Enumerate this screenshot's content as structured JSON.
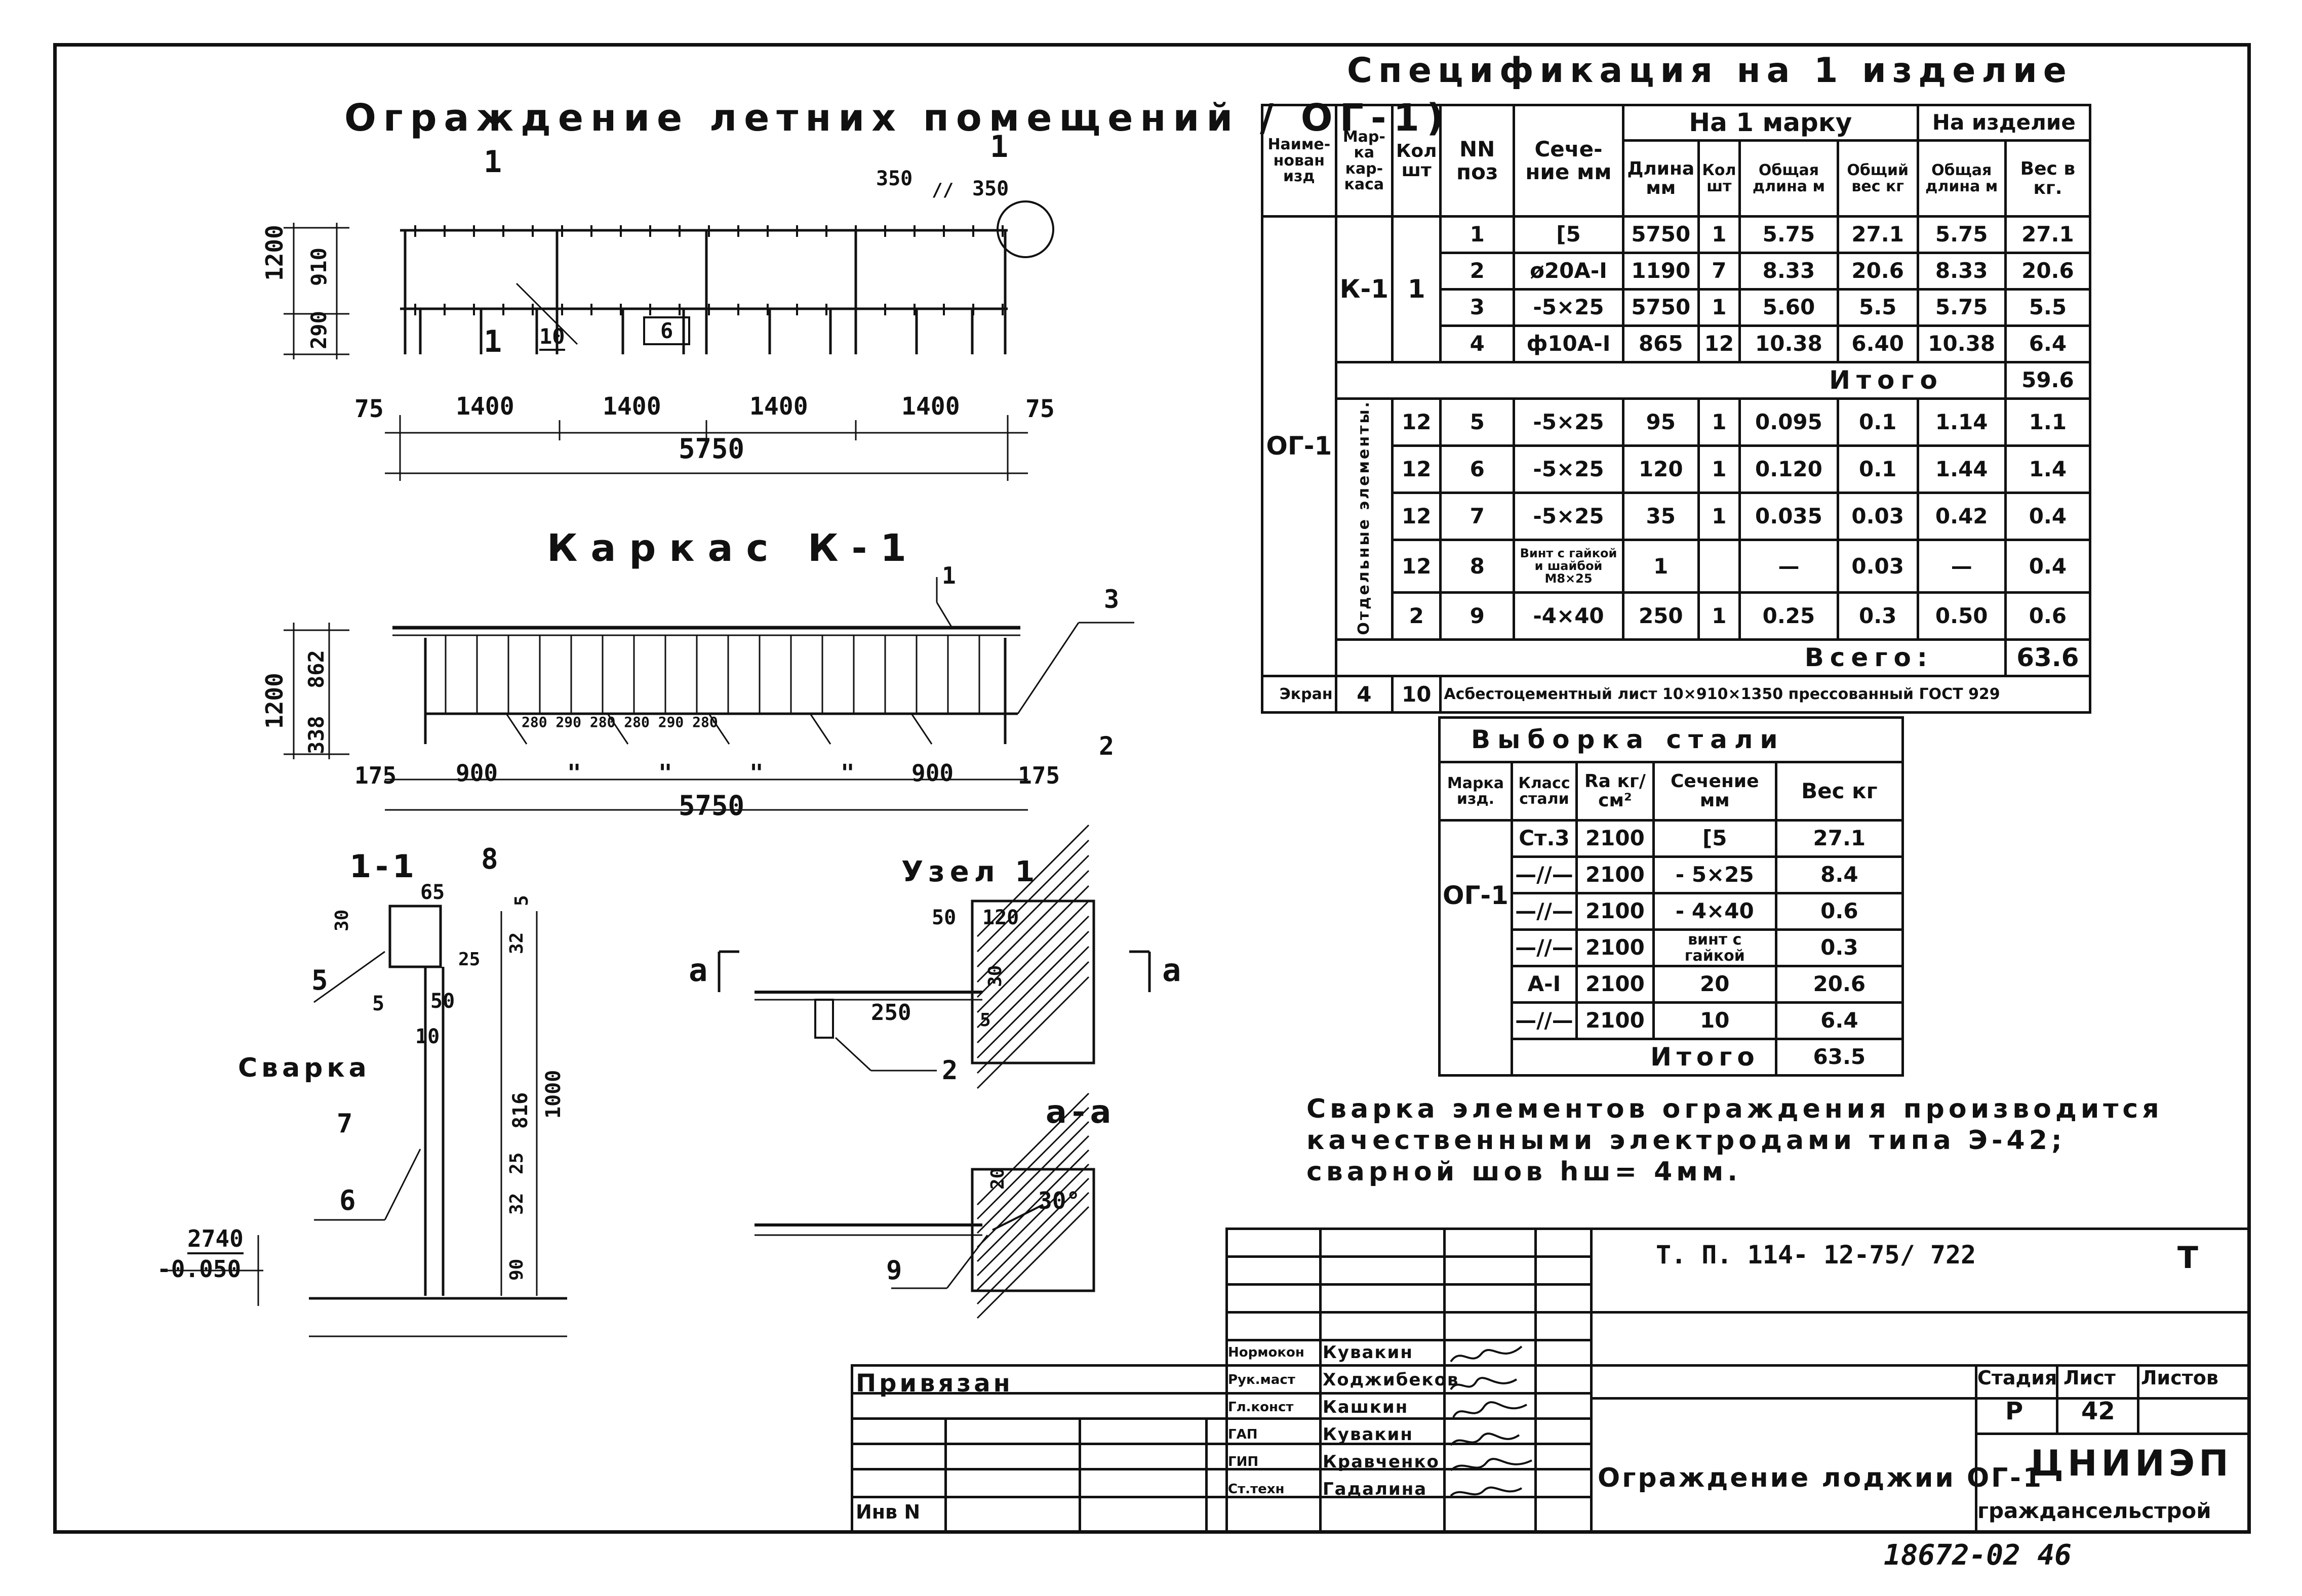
{
  "drawing": {
    "title_main": "Ограждение летних помещений / ОГ-1)",
    "title_frame": "Каркас  К-1",
    "title_section": "1-1",
    "title_node": "Узел 1",
    "title_aa": "а-а",
    "section_marks": {
      "mark1_top": "1",
      "mark1_bottom": "1",
      "node1": "1",
      "a_left": "а",
      "a_right": "а"
    },
    "plan_dims": {
      "d75l": "75",
      "d1400a": "1400",
      "d1400b": "1400",
      "d1400c": "1400",
      "d1400d": "1400",
      "d75r": "75",
      "total": "5750",
      "h1200": "1200",
      "h910": "910",
      "h290": "290",
      "d350a": "350",
      "d350b": "350",
      "dmark": "//",
      "lbl10": "10",
      "lbl6": "6"
    },
    "frame_dims": {
      "h1200": "1200",
      "h862": "862",
      "h338": "338",
      "d175l": "175",
      "d900l": "900",
      "q1": "\"",
      "q2": "\"",
      "q3": "\"",
      "q4": "\"",
      "d900r": "900",
      "d175r": "175",
      "total": "5750",
      "pitch": "280 290 280 280 290 280",
      "pos1": "1",
      "pos2": "2",
      "pos3": "3"
    },
    "section_dims": {
      "d65": "65",
      "d30": "30",
      "d5a": "5",
      "d32": "32",
      "d25a": "25",
      "d50": "50",
      "d5b": "5",
      "d10": "10",
      "d816": "816",
      "d1000": "1000",
      "d25b": "25",
      "d32b": "32",
      "d90": "90",
      "elev_top": "2740",
      "elev_bot": "-0.050",
      "pos5": "5",
      "pos6": "6",
      "pos7": "7",
      "pos8": "8",
      "weld": "Сварка"
    },
    "node_dims": {
      "d50": "50",
      "d120": "120",
      "d250": "250",
      "d5": "5",
      "d30": "30",
      "d20": "20",
      "angle": "30°",
      "pos2": "2",
      "pos9": "9"
    }
  },
  "spec": {
    "title": "Спецификация на 1 изделие",
    "headers": {
      "name": "Наиме-нован изд",
      "mark": "Мар-ка кар-каса",
      "qty": "Кол шт",
      "pos": "NN поз",
      "section": "Сече-ние мм",
      "per_mark": "На 1 марку",
      "per_item": "На изделие",
      "length": "Длина мм",
      "count": "Кол шт",
      "total_len": "Общая длина м",
      "total_w": "Общий вес кг",
      "item_len": "Общая длина м",
      "item_w": "Вес в кг."
    },
    "item_name": "ОГ-1",
    "frame_mark": "К-1",
    "frame_qty": "1",
    "rows_frame": [
      {
        "pos": "1",
        "sec": "[5",
        "len": "5750",
        "cnt": "1",
        "tlen": "5.75",
        "tw": "27.1",
        "ilen": "5.75",
        "iw": "27.1"
      },
      {
        "pos": "2",
        "sec": "ø20A-I",
        "len": "1190",
        "cnt": "7",
        "tlen": "8.33",
        "tw": "20.6",
        "ilen": "8.33",
        "iw": "20.6"
      },
      {
        "pos": "3",
        "sec": "-5×25",
        "len": "5750",
        "cnt": "1",
        "tlen": "5.60",
        "tw": "5.5",
        "ilen": "5.75",
        "iw": "5.5"
      },
      {
        "pos": "4",
        "sec": "ф10A-I",
        "len": "865",
        "cnt": "12",
        "tlen": "10.38",
        "tw": "6.40",
        "ilen": "10.38",
        "iw": "6.4"
      }
    ],
    "itogo_label": "Итого",
    "itogo_value": "59.6",
    "separate_label": "Отдельные элементы.",
    "rows_sep": [
      {
        "qty": "12",
        "pos": "5",
        "sec": "-5×25",
        "len": "95",
        "cnt": "1",
        "tlen": "0.095",
        "tw": "0.1",
        "ilen": "1.14",
        "iw": "1.1"
      },
      {
        "qty": "12",
        "pos": "6",
        "sec": "-5×25",
        "len": "120",
        "cnt": "1",
        "tlen": "0.120",
        "tw": "0.1",
        "ilen": "1.44",
        "iw": "1.4"
      },
      {
        "qty": "12",
        "pos": "7",
        "sec": "-5×25",
        "len": "35",
        "cnt": "1",
        "tlen": "0.035",
        "tw": "0.03",
        "ilen": "0.42",
        "iw": "0.4"
      },
      {
        "qty": "12",
        "pos": "8",
        "sec": "Винт с гайкой и шайбой M8×25",
        "len": "1",
        "cnt": "",
        "tlen": "—",
        "tw": "0.03",
        "ilen": "—",
        "iw": "0.4"
      },
      {
        "qty": "2",
        "pos": "9",
        "sec": "-4×40",
        "len": "250",
        "cnt": "1",
        "tlen": "0.25",
        "tw": "0.3",
        "ilen": "0.50",
        "iw": "0.6"
      }
    ],
    "vsego_label": "Всего:",
    "vsego_value": "63.6",
    "screen": {
      "name": "Экран",
      "qty": "4",
      "pos": "10",
      "desc": "Асбестоцементный лист 10×910×1350 прессованный ГОСТ 929"
    }
  },
  "steel": {
    "title": "Выборка стали",
    "headers": {
      "mark": "Марка изд.",
      "class": "Класс стали",
      "ra": "Ra кг/см²",
      "section": "Сечение мм",
      "weight": "Вес кг"
    },
    "item": "ОГ-1",
    "rows": [
      {
        "cls": "Ст.3",
        "ra": "2100",
        "sec": "[5",
        "w": "27.1"
      },
      {
        "cls": "—//—",
        "ra": "2100",
        "sec": "- 5×25",
        "w": "8.4"
      },
      {
        "cls": "—//—",
        "ra": "2100",
        "sec": "- 4×40",
        "w": "0.6"
      },
      {
        "cls": "—//—",
        "ra": "2100",
        "sec": "винт с гайкой",
        "w": "0.3"
      },
      {
        "cls": "A-I",
        "ra": "2100",
        "sec": "20",
        "w": "20.6"
      },
      {
        "cls": "—//—",
        "ra": "2100",
        "sec": "10",
        "w": "6.4"
      }
    ],
    "total_label": "Итого",
    "total_value": "63.5"
  },
  "note": {
    "line1": "Сварка элементов ограждения производится",
    "line2": "качественными электродами типа Э-42;",
    "line3": "сварной шов hш= 4мм."
  },
  "stamp": {
    "code": "Т. П. 114- 12-75/ 722",
    "letter": "Т",
    "privyazan": "Привязан",
    "inv": "Инв N",
    "roles": [
      {
        "role": "Нормокон",
        "name": "Кувакин"
      },
      {
        "role": "Рук.маст",
        "name": "Ходжибеков"
      },
      {
        "role": "Гл.конст",
        "name": "Кашкин"
      },
      {
        "role": "ГАП",
        "name": "Кувакин"
      },
      {
        "role": "ГИП",
        "name": "Кравченко"
      },
      {
        "role": "Ст.техн",
        "name": "Гадалина"
      }
    ],
    "stage_label": "Стадия",
    "sheet_label": "Лист",
    "sheets_label": "Листов",
    "stage": "Р",
    "sheet": "42",
    "sheet_title": "Ограждение лоджии ОГ-1",
    "org": "ЦНИИЭП",
    "org_sub": "гражданcельстрой"
  },
  "archive_number": "18672-02  46"
}
